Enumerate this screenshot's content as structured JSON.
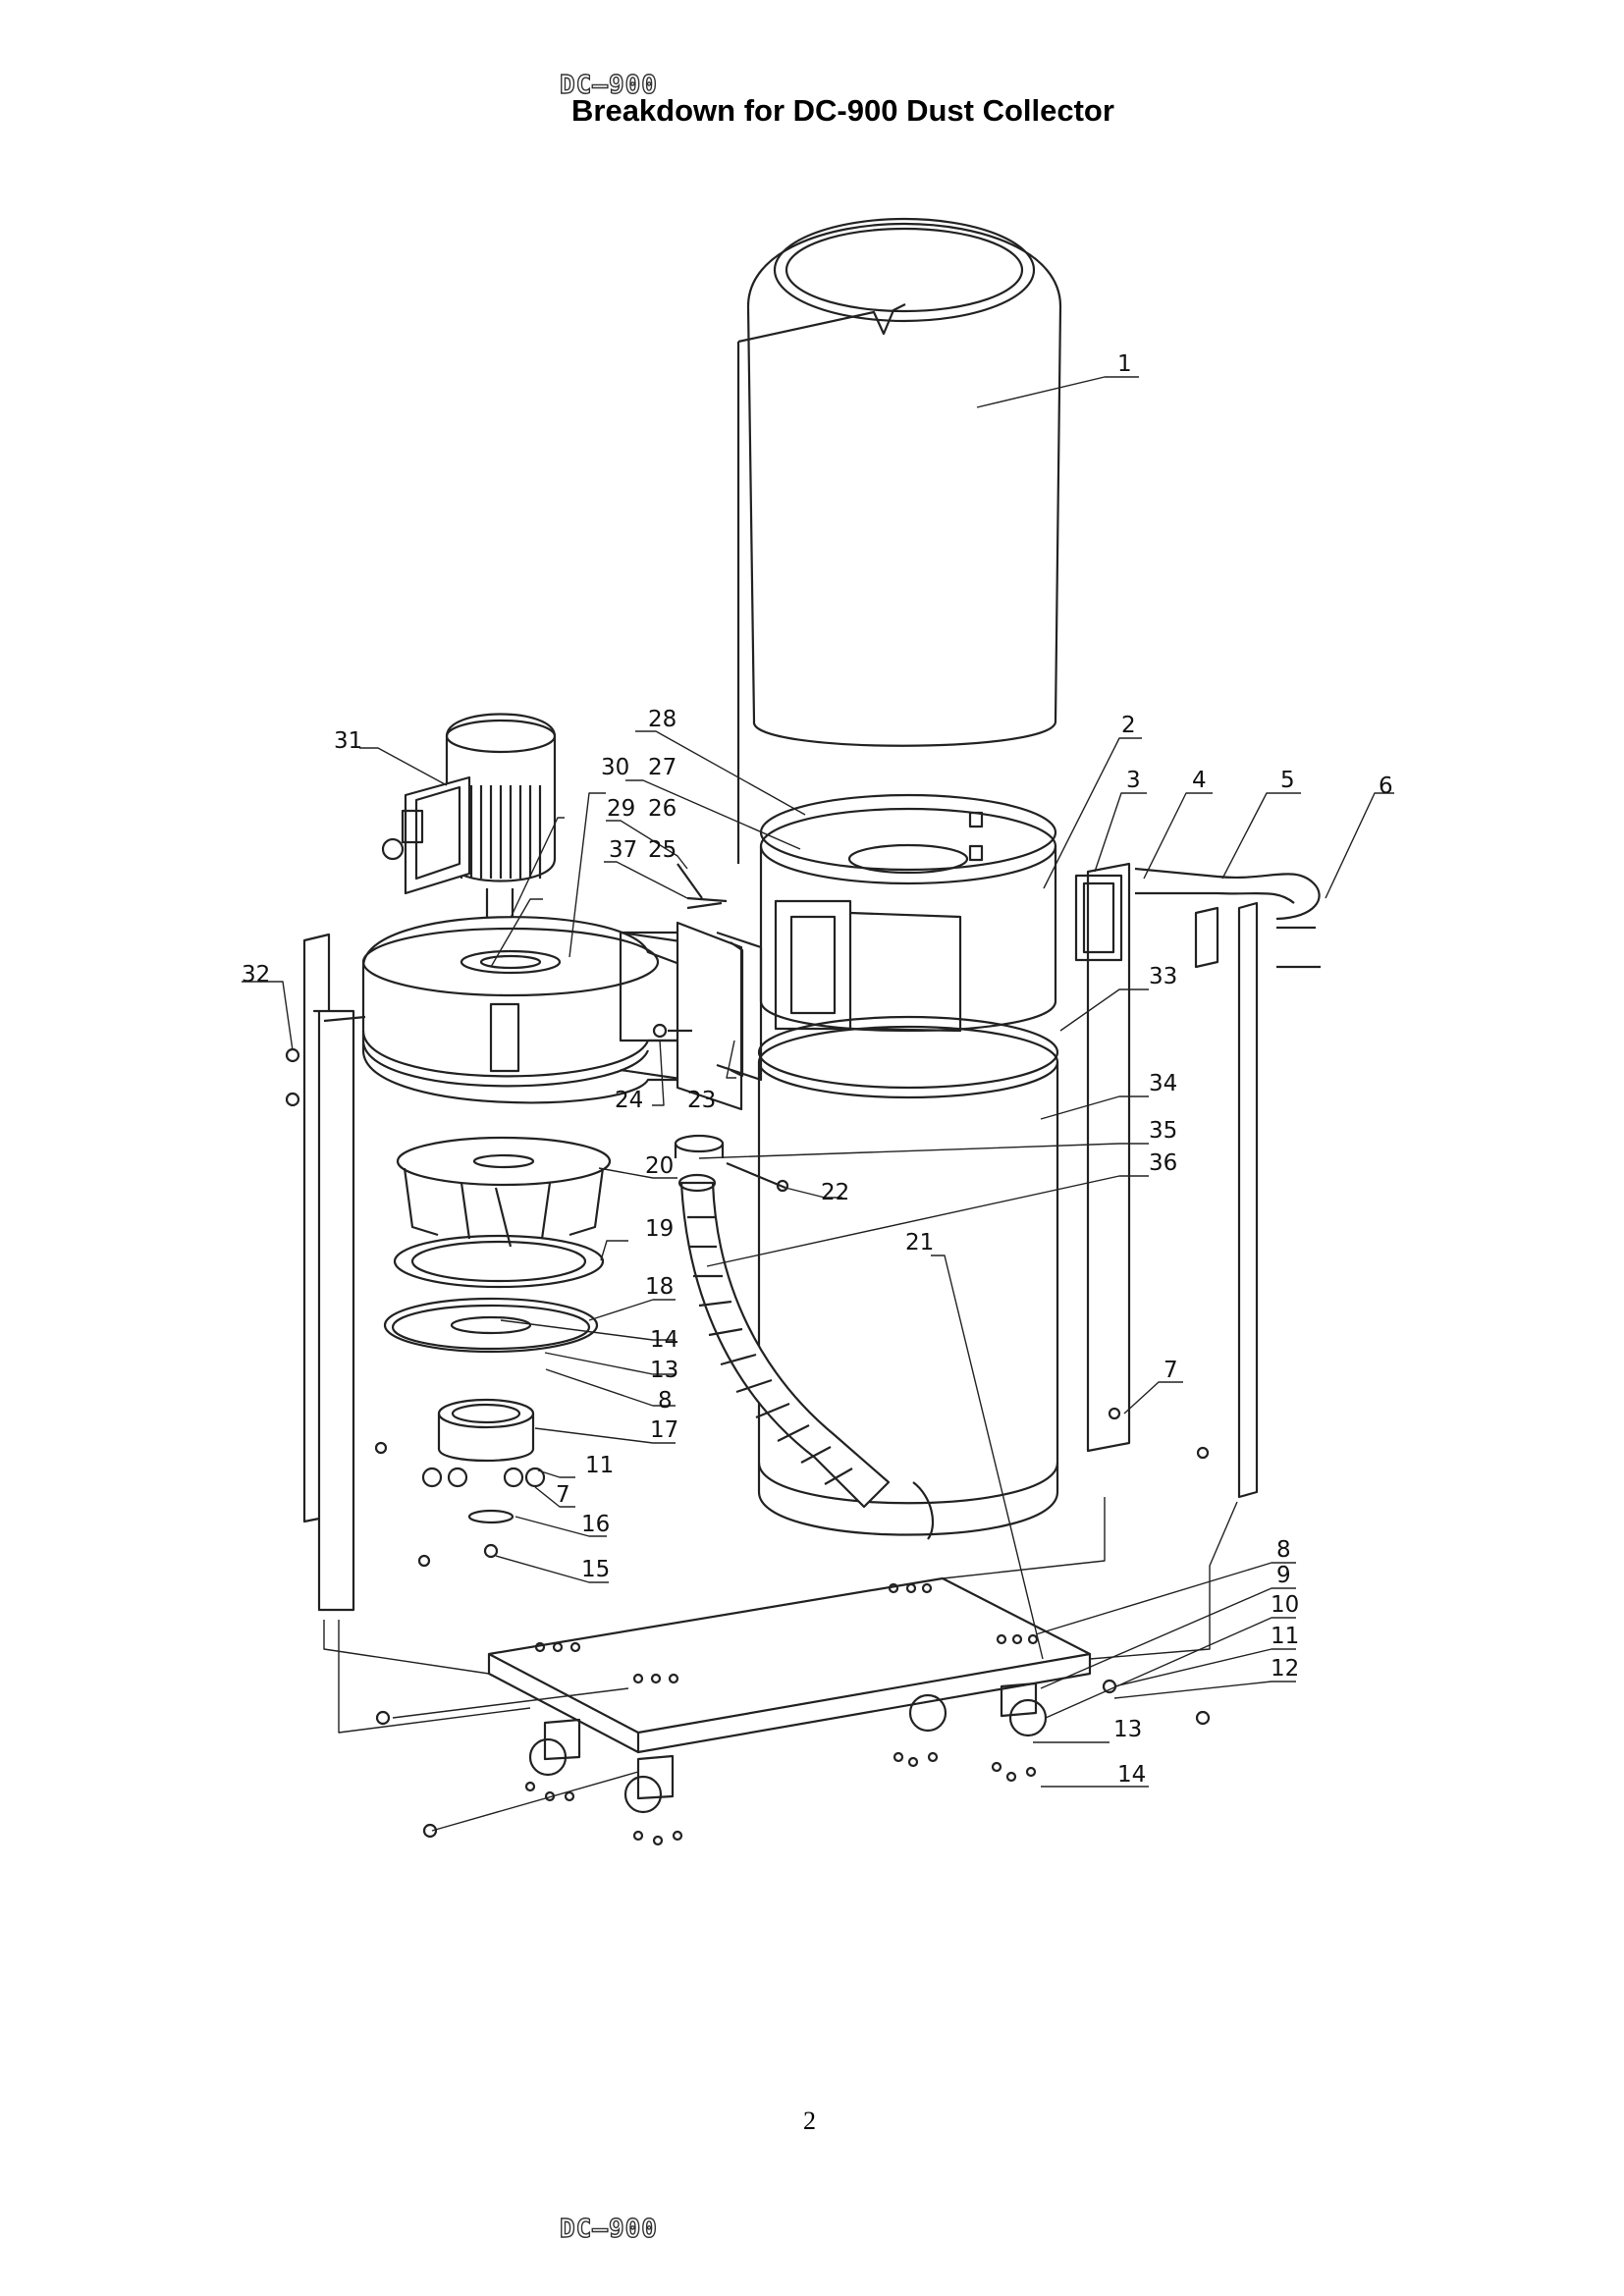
{
  "header": {
    "logo_text": "DC–900",
    "title": "Breakdown for DC-900 Dust Collector"
  },
  "footer": {
    "page_number": "2",
    "logo_text": "DC–900"
  },
  "callouts": [
    "1",
    "2",
    "3",
    "4",
    "5",
    "6",
    "7",
    "7",
    "8",
    "8",
    "9",
    "10",
    "11",
    "11",
    "12",
    "13",
    "13",
    "14",
    "14",
    "15",
    "16",
    "17",
    "18",
    "19",
    "20",
    "21",
    "22",
    "23",
    "24",
    "25",
    "26",
    "27",
    "28",
    "29",
    "30",
    "31",
    "32",
    "33",
    "34",
    "35",
    "36",
    "37"
  ]
}
